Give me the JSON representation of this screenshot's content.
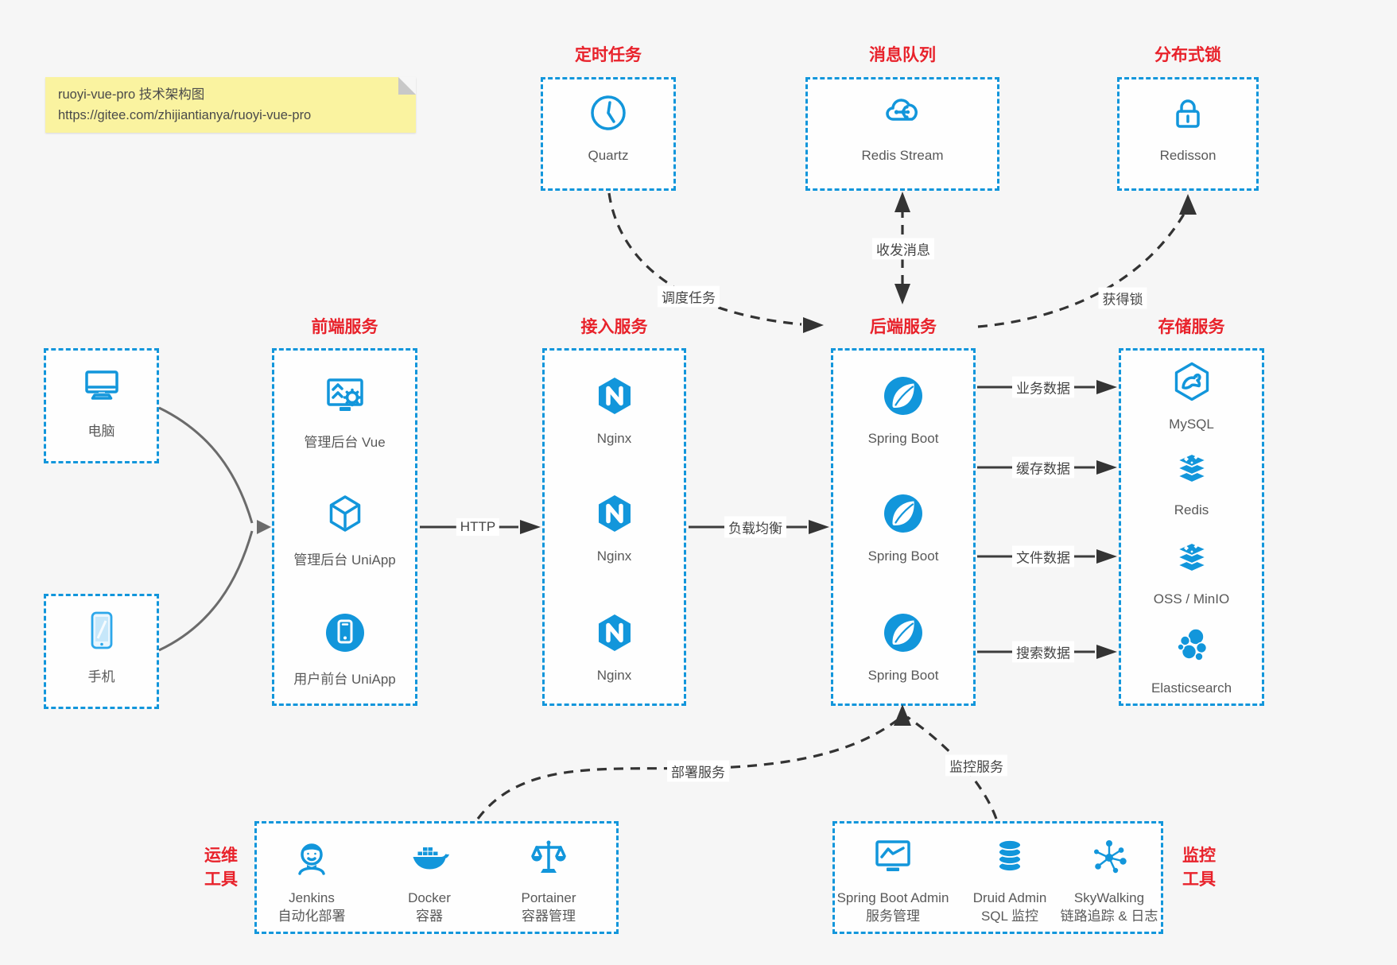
{
  "note": {
    "line1": "ruoyi-vue-pro 技术架构图",
    "line2": "https://gitee.com/zhijiantianya/ruoyi-vue-pro"
  },
  "colors": {
    "accent_blue": "#1296db",
    "title_red": "#e8222b",
    "note_yellow": "#faf3a0",
    "line_dark": "#3c3c3c",
    "line_gray": "#6b6b6b",
    "label_text": "#595959",
    "background": "#f6f6f6"
  },
  "clients": {
    "computer": {
      "label": "电脑",
      "icon": "desktop-icon"
    },
    "phone": {
      "label": "手机",
      "icon": "smartphone-icon"
    }
  },
  "groups": {
    "scheduler": {
      "title": "定时任务",
      "item": {
        "label": "Quartz",
        "icon": "clock-icon"
      }
    },
    "mq": {
      "title": "消息队列",
      "item": {
        "label": "Redis Stream",
        "icon": "cloud-network-icon"
      }
    },
    "lock": {
      "title": "分布式锁",
      "item": {
        "label": "Redisson",
        "icon": "padlock-icon"
      }
    },
    "frontend": {
      "title": "前端服务",
      "items": [
        {
          "label": "管理后台 Vue",
          "icon": "admin-dashboard-icon"
        },
        {
          "label": "管理后台 UniApp",
          "icon": "uniapp-cube-icon"
        },
        {
          "label": "用户前台 UniApp",
          "icon": "mobile-app-icon"
        }
      ]
    },
    "gateway": {
      "title": "接入服务",
      "items": [
        {
          "label": "Nginx",
          "icon": "nginx-icon"
        },
        {
          "label": "Nginx",
          "icon": "nginx-icon"
        },
        {
          "label": "Nginx",
          "icon": "nginx-icon"
        }
      ]
    },
    "backend": {
      "title": "后端服务",
      "items": [
        {
          "label": "Spring Boot",
          "icon": "spring-boot-icon"
        },
        {
          "label": "Spring Boot",
          "icon": "spring-boot-icon"
        },
        {
          "label": "Spring Boot",
          "icon": "spring-boot-icon"
        }
      ]
    },
    "storage": {
      "title": "存储服务",
      "items": [
        {
          "label": "MySQL",
          "icon": "mysql-icon"
        },
        {
          "label": "Redis",
          "icon": "redis-stack-icon"
        },
        {
          "label": "OSS / MinIO",
          "icon": "storage-stack-icon"
        },
        {
          "label": "Elasticsearch",
          "icon": "elasticsearch-icon"
        }
      ]
    },
    "ops": {
      "side_label_line1": "运维",
      "side_label_line2": "工具",
      "items": [
        {
          "name": "Jenkins",
          "desc": "自动化部署",
          "icon": "jenkins-icon"
        },
        {
          "name": "Docker",
          "desc": "容器",
          "icon": "docker-whale-icon"
        },
        {
          "name": "Portainer",
          "desc": "容器管理",
          "icon": "scales-icon"
        }
      ]
    },
    "monitoring": {
      "side_label_line1": "监控",
      "side_label_line2": "工具",
      "items": [
        {
          "name": "Spring Boot Admin",
          "desc": "服务管理",
          "icon": "monitor-chart-icon"
        },
        {
          "name": "Druid Admin",
          "desc": "SQL 监控",
          "icon": "database-icon"
        },
        {
          "name": "SkyWalking",
          "desc": "链路追踪 & 日志",
          "icon": "topology-icon"
        }
      ]
    }
  },
  "edges": {
    "http": "HTTP",
    "load_balance": "负载均衡",
    "dispatch_job": "调度任务",
    "send_receive_msg": "收发消息",
    "acquire_lock": "获得锁",
    "business_data": "业务数据",
    "cache_data": "缓存数据",
    "file_data": "文件数据",
    "search_data": "搜索数据",
    "deploy_service": "部署服务",
    "monitor_service": "监控服务"
  }
}
